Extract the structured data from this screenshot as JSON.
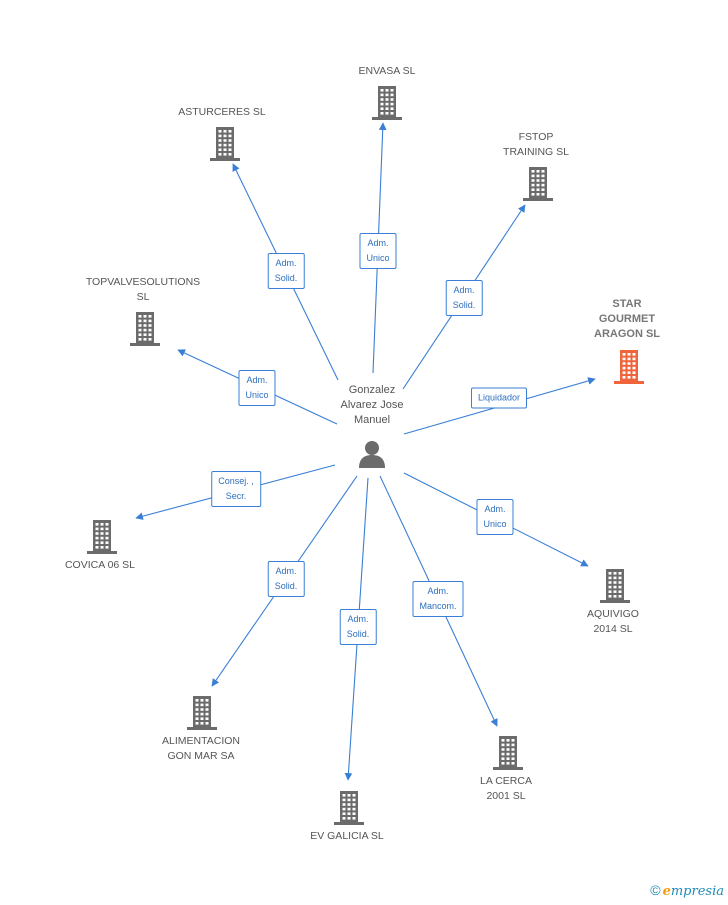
{
  "person": {
    "name_lines": [
      "Gonzalez",
      "Alvarez Jose",
      "Manuel"
    ]
  },
  "companies": [
    {
      "id": "envasa",
      "lines": [
        "ENVASA SL"
      ],
      "highlight": false
    },
    {
      "id": "asturceres",
      "lines": [
        "ASTURCERES SL"
      ],
      "highlight": false
    },
    {
      "id": "fstop",
      "lines": [
        "FSTOP",
        "TRAINING SL"
      ],
      "highlight": false
    },
    {
      "id": "topvalve",
      "lines": [
        "TOPVALVESOLUTIONS",
        "SL"
      ],
      "highlight": false
    },
    {
      "id": "star",
      "lines": [
        "STAR",
        "GOURMET",
        "ARAGON SL"
      ],
      "highlight": true
    },
    {
      "id": "covica",
      "lines": [
        "COVICA 06 SL"
      ],
      "highlight": false
    },
    {
      "id": "aquivigo",
      "lines": [
        "AQUIVIGO",
        "2014  SL"
      ],
      "highlight": false
    },
    {
      "id": "alimentacion",
      "lines": [
        "ALIMENTACION",
        "GON MAR SA"
      ],
      "highlight": false
    },
    {
      "id": "lacerca",
      "lines": [
        "LA CERCA",
        "2001 SL"
      ],
      "highlight": false
    },
    {
      "id": "evgalicia",
      "lines": [
        "EV GALICIA  SL"
      ],
      "highlight": false
    }
  ],
  "relations": [
    {
      "target": "envasa",
      "lines": [
        "Adm.",
        "Unico"
      ]
    },
    {
      "target": "asturceres",
      "lines": [
        "Adm.",
        "Solid."
      ]
    },
    {
      "target": "fstop",
      "lines": [
        "Adm.",
        "Solid."
      ]
    },
    {
      "target": "topvalve",
      "lines": [
        "Adm.",
        "Unico"
      ]
    },
    {
      "target": "star",
      "lines": [
        "Liquidador"
      ]
    },
    {
      "target": "covica",
      "lines": [
        "Consej. ,",
        "Secr."
      ]
    },
    {
      "target": "aquivigo",
      "lines": [
        "Adm.",
        "Unico"
      ]
    },
    {
      "target": "alimentacion",
      "lines": [
        "Adm.",
        "Solid."
      ]
    },
    {
      "target": "evgalicia",
      "lines": [
        "Adm.",
        "Solid."
      ]
    },
    {
      "target": "lacerca",
      "lines": [
        "Adm.",
        "Mancom."
      ]
    }
  ],
  "colors": {
    "edge": "#3a7fd5",
    "building": "#6b6b6b",
    "highlight_building": "#f0643c",
    "person": "#6b6b6b"
  },
  "icons": {
    "company": "building-icon",
    "person": "person-icon"
  },
  "brand": {
    "copyright": "©",
    "initial": "e",
    "rest": "mpresia"
  }
}
